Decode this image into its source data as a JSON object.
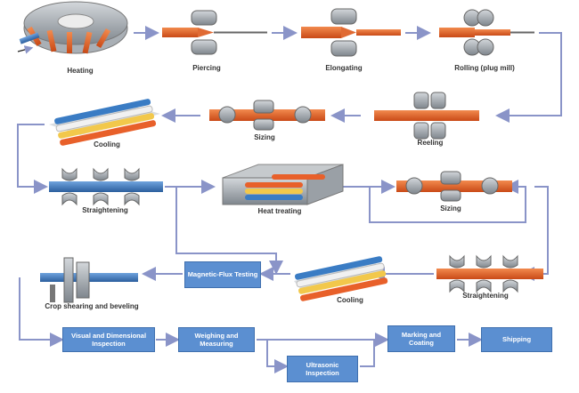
{
  "steps": {
    "heating": "Heating",
    "piercing": "Piercing",
    "elongating": "Elongating",
    "rolling": "Rolling (plug mill)",
    "reeling": "Reeling",
    "sizing_1": "Sizing",
    "cooling_1": "Cooling",
    "straightening_1": "Straightening",
    "heat_treating": "Heat treating",
    "sizing_2": "Sizing",
    "straightening_2": "Straightening",
    "cooling_2": "Cooling",
    "crop_shearing": "Crop shearing and beveling"
  },
  "boxes": {
    "magnetic_flux": "Magnetic-Flux Testing",
    "visual": "Visual and Dimensional Inspection",
    "weighing": "Weighing and Measuring",
    "ultrasonic": "Ultrasonic Inspection",
    "marking": "Marking and Coating",
    "shipping": "Shipping"
  },
  "colors": {
    "pipe_orange": "#e8602a",
    "pipe_blue": "#3a7cc4",
    "pipe_yellow": "#f2c84b",
    "pipe_white": "#f1f1f1",
    "roller_gray": "#8e959c",
    "arrow": "#8a94c8",
    "box_blue": "#5b8fd1"
  }
}
